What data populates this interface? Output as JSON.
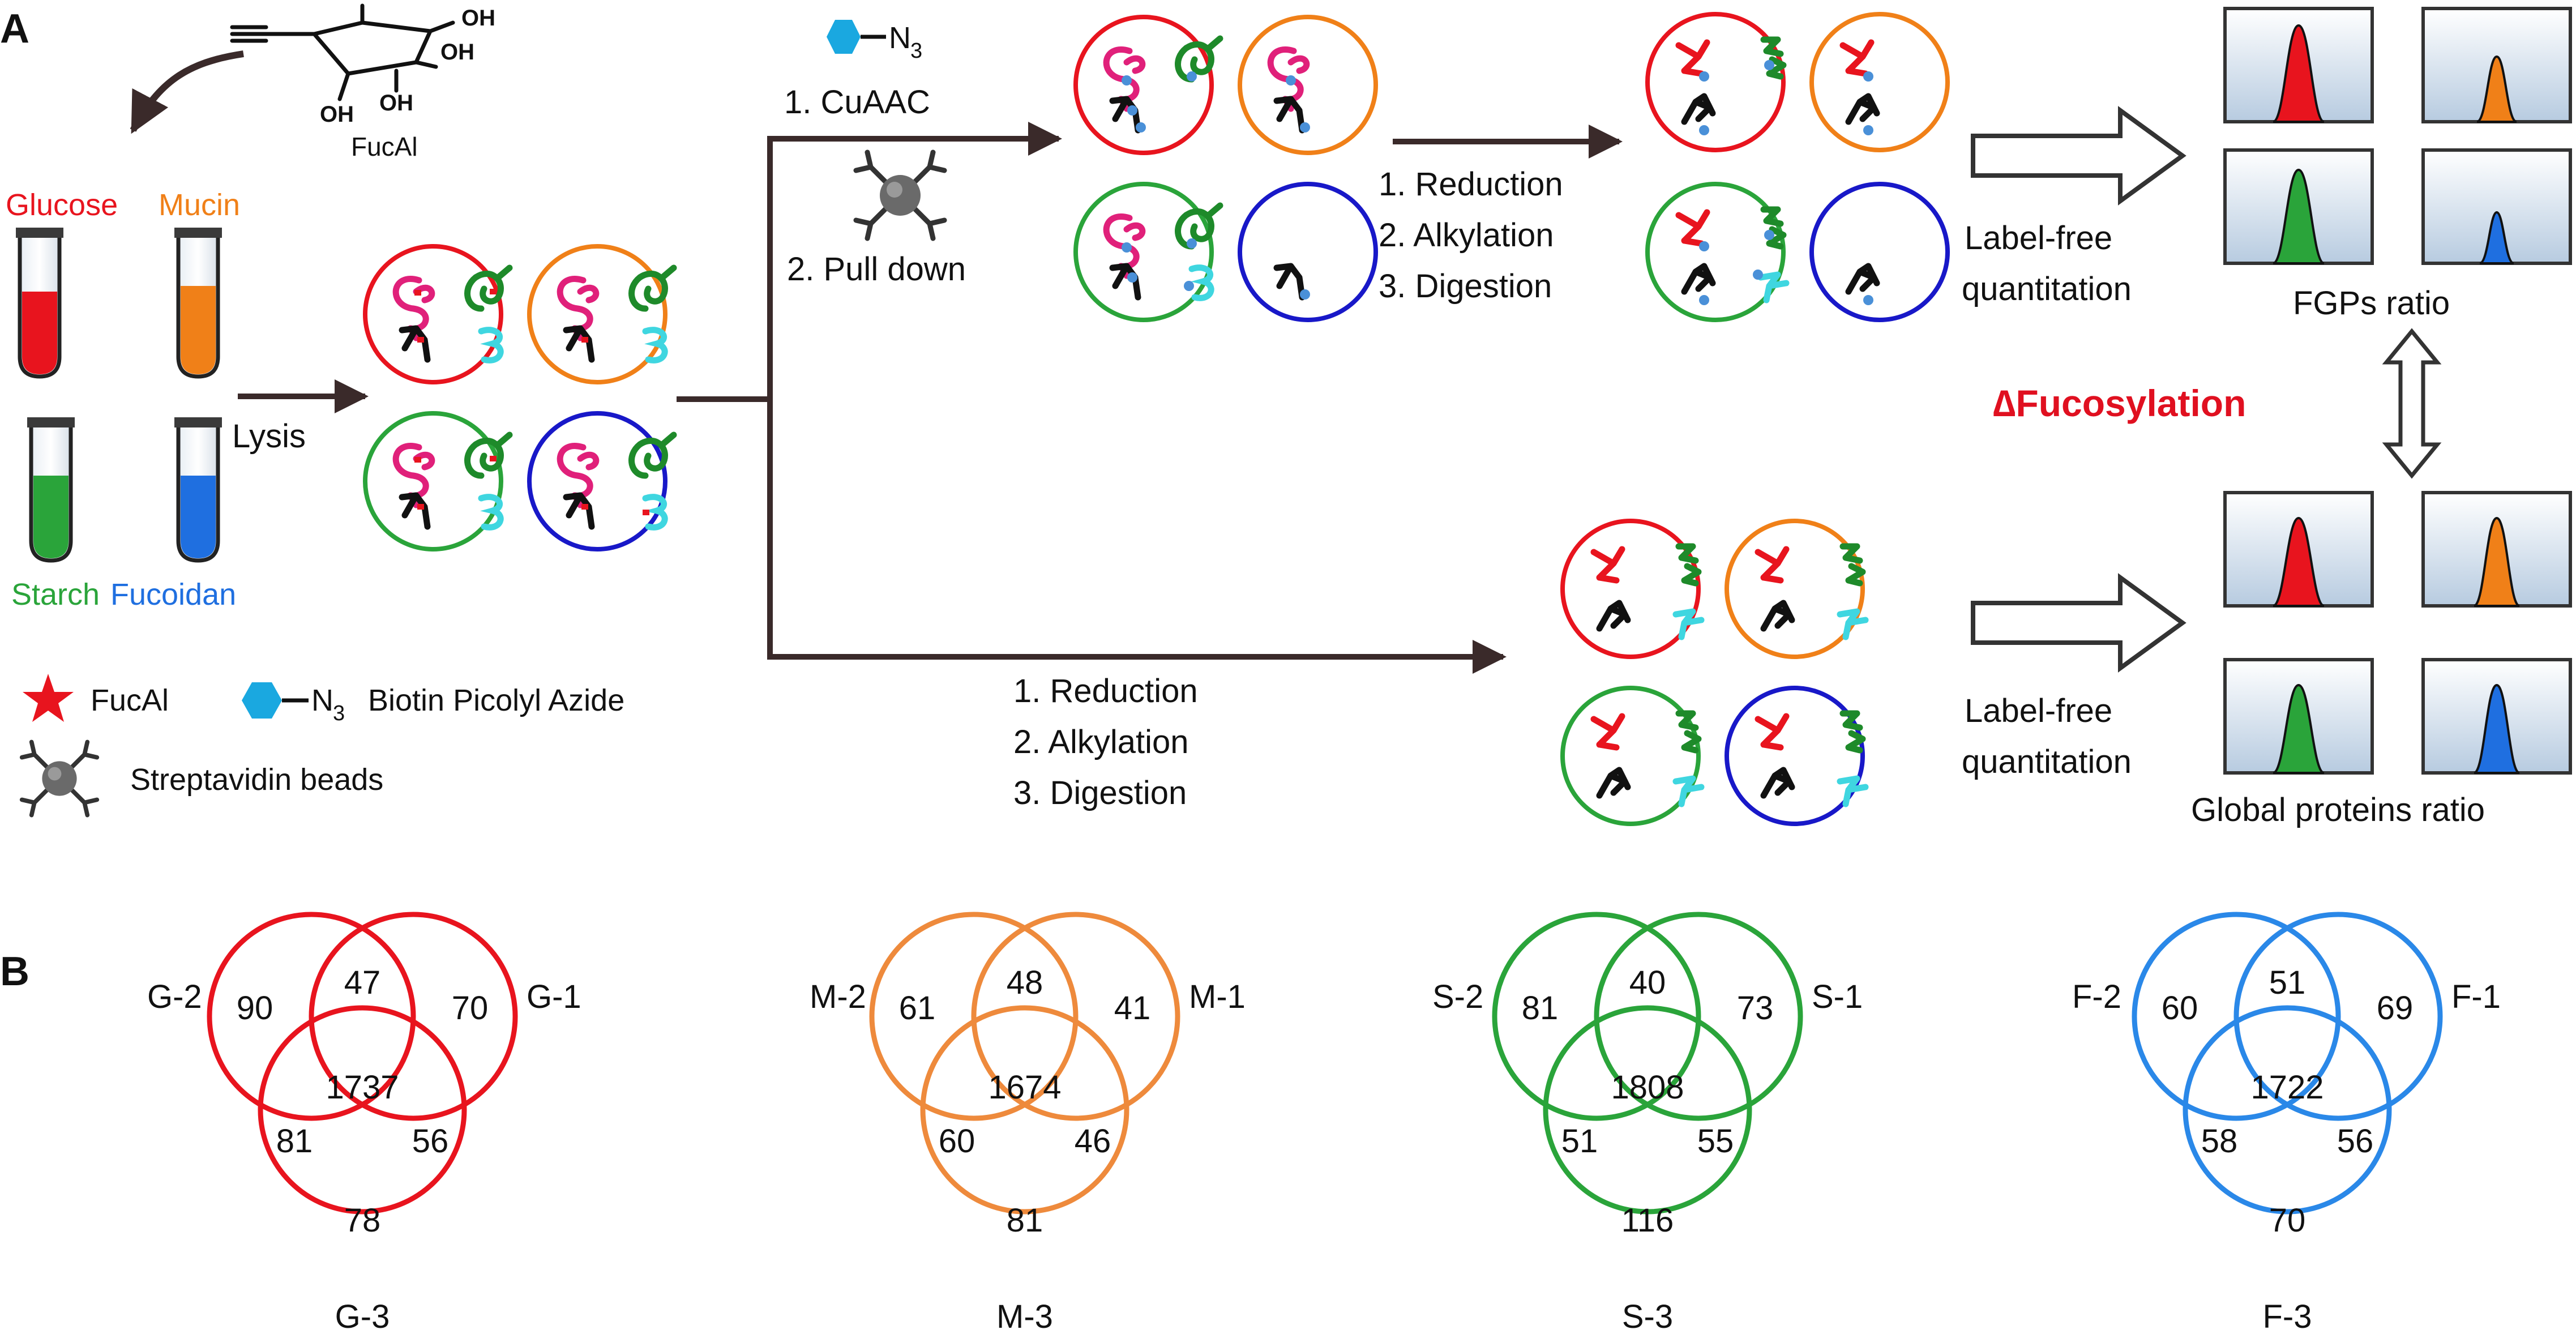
{
  "panels": {
    "a": "A",
    "b": "B"
  },
  "sugar": {
    "name": "FucAl",
    "oh1": "OH",
    "oh2": "OH",
    "oh3": "OH",
    "oh4": "OH"
  },
  "tubes": [
    {
      "label": "Glucose",
      "color": "#e8141e"
    },
    {
      "label": "Mucin",
      "color": "#f08018"
    },
    {
      "label": "Starch",
      "color": "#2aa43a"
    },
    {
      "label": "Fucoidan",
      "color": "#1f6fe0"
    }
  ],
  "steps": {
    "lysis": "Lysis",
    "cuaac_n": "N",
    "cuaac_sub": "3",
    "cuaac": "1. CuAAC",
    "pulldown": "2. Pull down",
    "red_top": "1. Reduction",
    "alk_top": "2. Alkylation",
    "dig_top": "3. Digestion",
    "red_bot": "1. Reduction",
    "alk_bot": "2. Alkylation",
    "dig_bot": "3. Digestion",
    "lfq1a": "Label-free",
    "lfq1b": "quantitation",
    "lfq2a": "Label-free",
    "lfq2b": "quantitation",
    "fgps": "FGPs ratio",
    "global": "Global proteins ratio",
    "delta": "∆Fucosylation"
  },
  "legend": {
    "fucal": "FucAl",
    "azide_n": "N",
    "azide_sub": "3",
    "azide": "Biotin Picolyl Azide",
    "beads": "Streptavidin beads"
  },
  "colors": {
    "red": "#e8141e",
    "orange": "#f08018",
    "green": "#2aa43a",
    "blue": "#1f6fe0",
    "arrow": "#3a2a2a"
  },
  "venns": [
    {
      "color": "#e8141e",
      "label_left": "G-2",
      "label_right": "G-1",
      "label_bottom": "G-3",
      "only2": "90",
      "r12": "47",
      "only1": "70",
      "center": "1737",
      "r23": "81",
      "r13": "56",
      "only3": "78"
    },
    {
      "color": "#ee8a3c",
      "label_left": "M-2",
      "label_right": "M-1",
      "label_bottom": "M-3",
      "only2": "61",
      "r12": "48",
      "only1": "41",
      "center": "1674",
      "r23": "60",
      "r13": "46",
      "only3": "81"
    },
    {
      "color": "#2aa43a",
      "label_left": "S-2",
      "label_right": "S-1",
      "label_bottom": "S-3",
      "only2": "81",
      "r12": "40",
      "only1": "73",
      "center": "1808",
      "r23": "51",
      "r13": "55",
      "only3": "116"
    },
    {
      "color": "#2a88e8",
      "label_left": "F-2",
      "label_right": "F-1",
      "label_bottom": "F-3",
      "only2": "60",
      "r12": "51",
      "only1": "69",
      "center": "1722",
      "r23": "58",
      "r13": "56",
      "only3": "70"
    }
  ]
}
